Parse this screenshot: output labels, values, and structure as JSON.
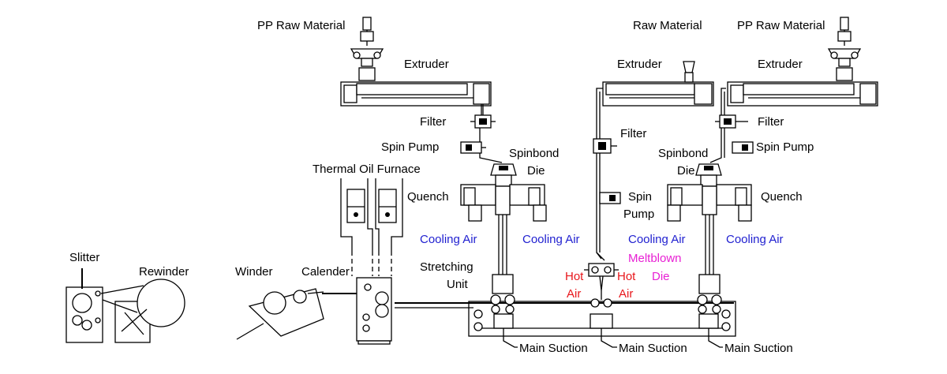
{
  "colors": {
    "line": "#000000",
    "cooling_air": "#1f1fd0",
    "hot_air": "#e8161b",
    "meltblown": "#e81fd4"
  },
  "labels": {
    "pp_raw_material_left": "PP Raw Material",
    "raw_material": "Raw Material",
    "pp_raw_material_right": "PP Raw Material",
    "extruder_left": "Extruder",
    "extruder_center": "Extruder",
    "extruder_right": "Extruder",
    "filter_left": "Filter",
    "filter_center": "Filter",
    "filter_right": "Filter",
    "spin_pump_left": "Spin Pump",
    "spin_pump_right": "Spin Pump",
    "spin_pump_center_1": "Spin",
    "spin_pump_center_2": "Pump",
    "spinbond_die_left_1": "Spinbond",
    "spinbond_die_left_2": "Die",
    "spinbond_die_right_1": "Spinbond",
    "spinbond_die_right_2": "Die",
    "thermal_oil_furnace": "Thermal Oil Furnace",
    "quench_left": "Quench",
    "quench_right": "Quench",
    "cooling_air_1": "Cooling Air",
    "cooling_air_2": "Cooling Air",
    "cooling_air_3": "Cooling Air",
    "cooling_air_4": "Cooling Air",
    "meltblown_die_1": "Meltblown",
    "meltblown_die_2": "Die",
    "hot_air_left_1": "Hot",
    "hot_air_left_2": "Air",
    "hot_air_right_1": "Hot",
    "hot_air_right_2": "Air",
    "stretching_unit_1": "Stretching",
    "stretching_unit_2": "Unit",
    "slitter": "Slitter",
    "rewinder": "Rewinder",
    "winder": "Winder",
    "calender": "Calender",
    "main_suction_1": "Main Suction",
    "main_suction_2": "Main Suction",
    "main_suction_3": "Main Suction"
  }
}
